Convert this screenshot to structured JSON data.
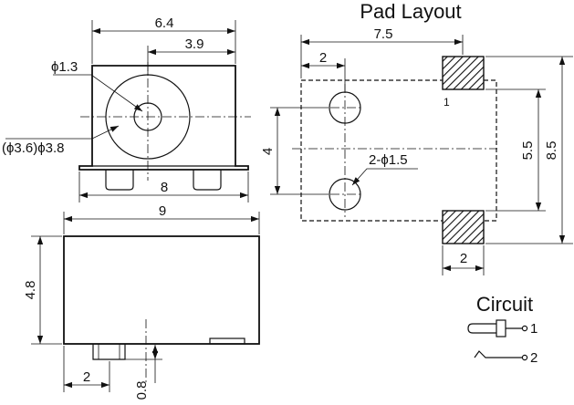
{
  "front_view": {
    "dim_width_outer": "6.4",
    "dim_offset": "3.9",
    "dim_pin": "ϕ1.3",
    "dim_hole": "(ϕ3.6)ϕ3.8",
    "dim_pin_spacing": "8"
  },
  "bottom_view": {
    "dim_length": "9",
    "dim_height": "4.8",
    "dim_tab": "2",
    "dim_tab_height": "0.8"
  },
  "pad_layout": {
    "title": "Pad Layout",
    "dim_span": "7.5",
    "dim_hole_offset": "2",
    "dim_hole_spacing": "4",
    "dim_holes": "2-ϕ1.5",
    "dim_pad_inner": "5.5",
    "dim_pad_outer": "8.5",
    "dim_pad_width": "2",
    "pad_1_label": "1"
  },
  "circuit": {
    "title": "Circuit",
    "pin_1": "1",
    "pin_2": "2"
  }
}
